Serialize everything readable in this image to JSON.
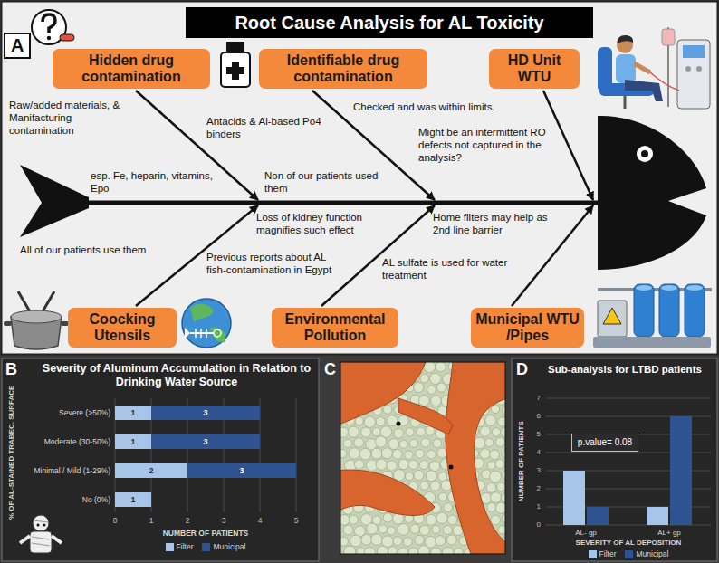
{
  "diagram": {
    "title": "Root Cause Analysis for AL Toxicity",
    "nodes": [
      {
        "text": [
          "A"
        ]
      },
      {
        "text": [
          "Hidden drug contamination"
        ]
      },
      {
        "text": [
          "Identifiable drug contamination"
        ]
      },
      {
        "text": [
          "HD Unit WTU"
        ]
      },
      {
        "text": [
          "Coocking Utensils"
        ]
      },
      {
        "text": [
          "Environmental Pollution"
        ]
      },
      {
        "text": [
          "Municipal WTU /Pipes"
        ]
      },
      {
        "text": [
          "p.value= 0.08"
        ]
      }
    ],
    "labels": [
      "Raw/added materials, & Manifacturing contamination",
      "Antacids & Al-based Po4 binders",
      "Checked and was within limits.",
      "esp. Fe, heparin, vitamins, Epo",
      "Non of our patients used them",
      "Might be an intermittent RO defects not captured in the analysis?",
      "All of our patients use them",
      "Loss of kidney function magnifies such effect",
      "Home filters may help as 2nd line barrier",
      "Previous reports about AL fish-contamination in Egypt",
      "AL sulfate is used for water treatment",
      "B",
      "Severity of Aluminum Accumulation in Relation to Drinking Water Source",
      "% OF AL-STAINED TRABEC. SURFACE",
      "Severe (>50%)",
      "Moderate (30-50%)",
      "Minimal / Mild (1-29%)",
      "No (0%)",
      "1",
      "3",
      "1",
      "3",
      "2",
      "3",
      "1",
      "0",
      "1",
      "2",
      "3",
      "4",
      "5",
      "NUMBER OF PATIENTS",
      "C",
      "D",
      "Sub-analysis for LTBD patients",
      "NUMBER OF PATIENTS",
      "0",
      "1",
      "2",
      "3",
      "4",
      "5",
      "6",
      "7",
      "AL- gp",
      "AL+ gp",
      "SEVERITY OF AL DEPOSITION"
    ],
    "legend": [
      {
        "text": "Filter",
        "color": "#a6c5e8"
      },
      {
        "text": "Municipal",
        "color": "#2f5290"
      },
      {
        "text": "Filter",
        "color": "#a6c5e8"
      },
      {
        "text": "Municipal",
        "color": "#2f5290"
      }
    ]
  }
}
